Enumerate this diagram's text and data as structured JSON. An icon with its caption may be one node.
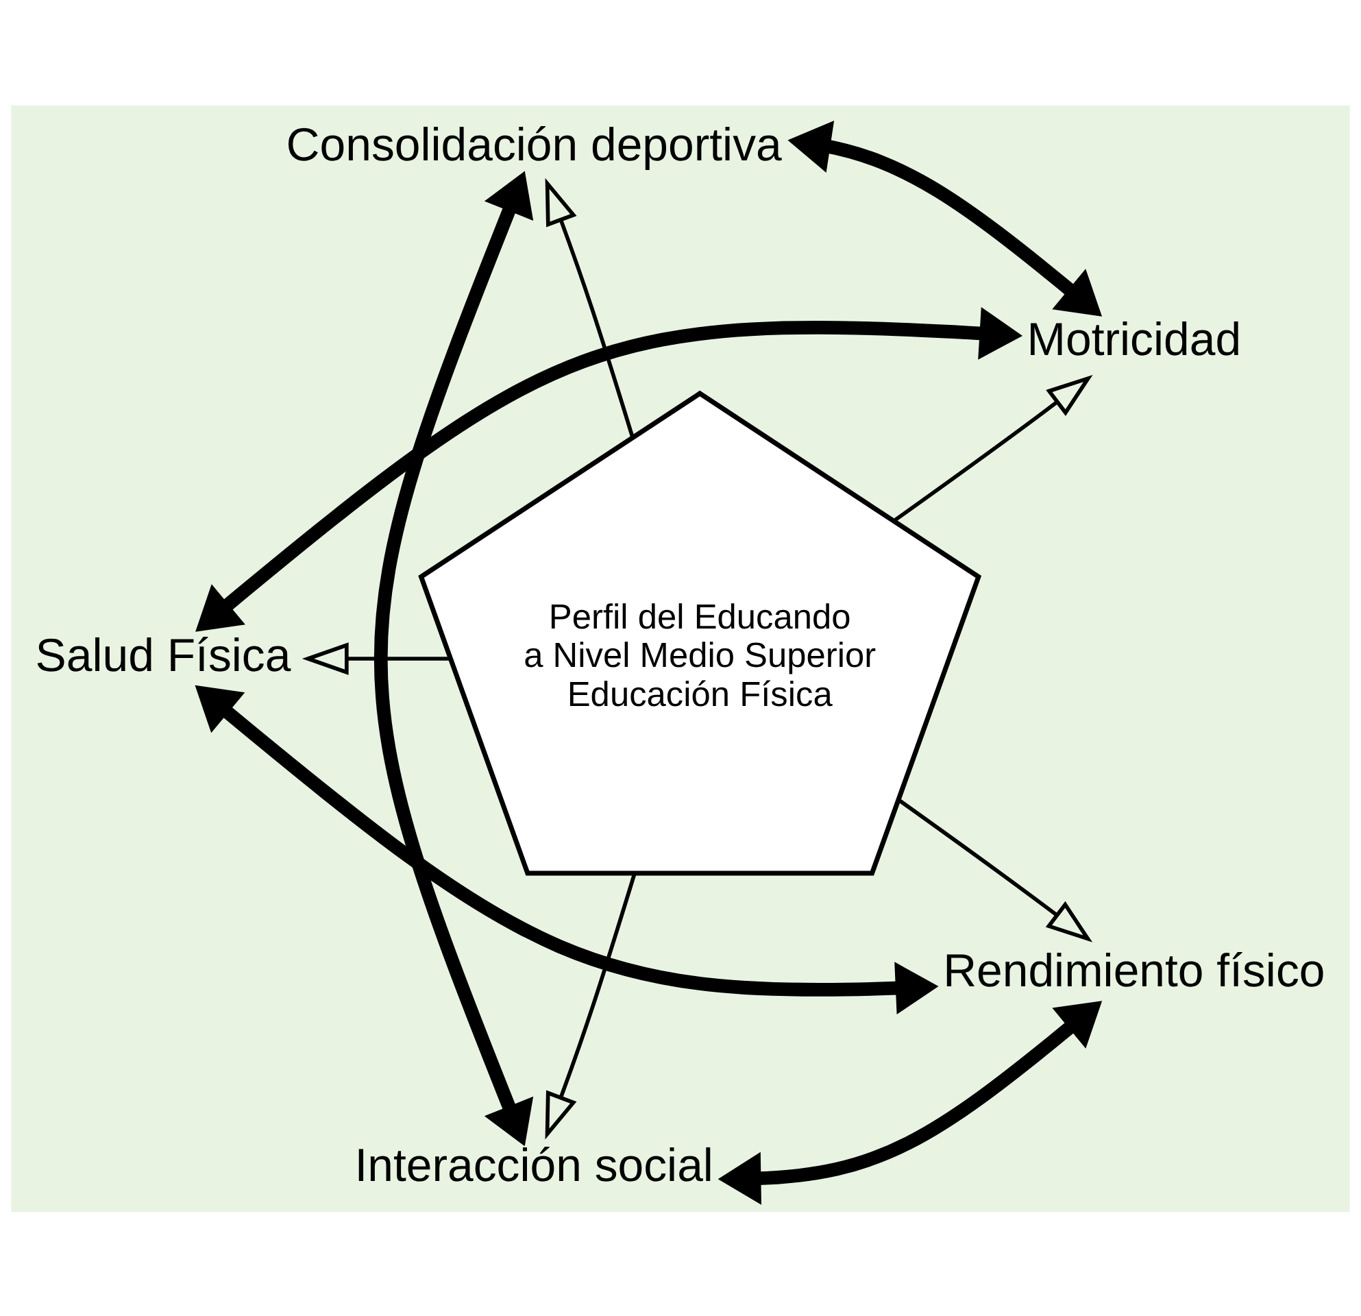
{
  "diagram": {
    "nodes": [
      {
        "text": [
          "Perfil del Educando a Nivel Medio Superior",
          "Educación Física"
        ]
      },
      {
        "text": [
          "Motricidad"
        ]
      },
      {
        "text": [
          "Consolidación deportiva"
        ]
      },
      {
        "text": [
          "Salud Física"
        ]
      },
      {
        "text": [
          "Interacción social"
        ]
      },
      {
        "text": [
          "Rendimiento físico"
        ]
      }
    ],
    "edges": [
      {
        "from": 0,
        "to": 1,
        "arrow": "to"
      },
      {
        "from": 0,
        "to": 3,
        "arrow": "to"
      },
      {
        "from": 0,
        "to": 5,
        "arrow": "to"
      },
      {
        "from": 0,
        "to": 4,
        "arrow": "to"
      },
      {
        "from": 0,
        "to": 2,
        "arrow": "to"
      },
      {
        "from": 2,
        "to": 1,
        "arrow": "both",
        "style": "thick"
      },
      {
        "from": 1,
        "to": 3,
        "arrow": "both",
        "style": "thick"
      },
      {
        "from": 3,
        "to": 5,
        "arrow": "both",
        "style": "thick"
      },
      {
        "from": 5,
        "to": 4,
        "arrow": "both",
        "style": "thick"
      },
      {
        "from": 4,
        "to": 2,
        "arrow": "both",
        "style": "thick"
      }
    ]
  }
}
